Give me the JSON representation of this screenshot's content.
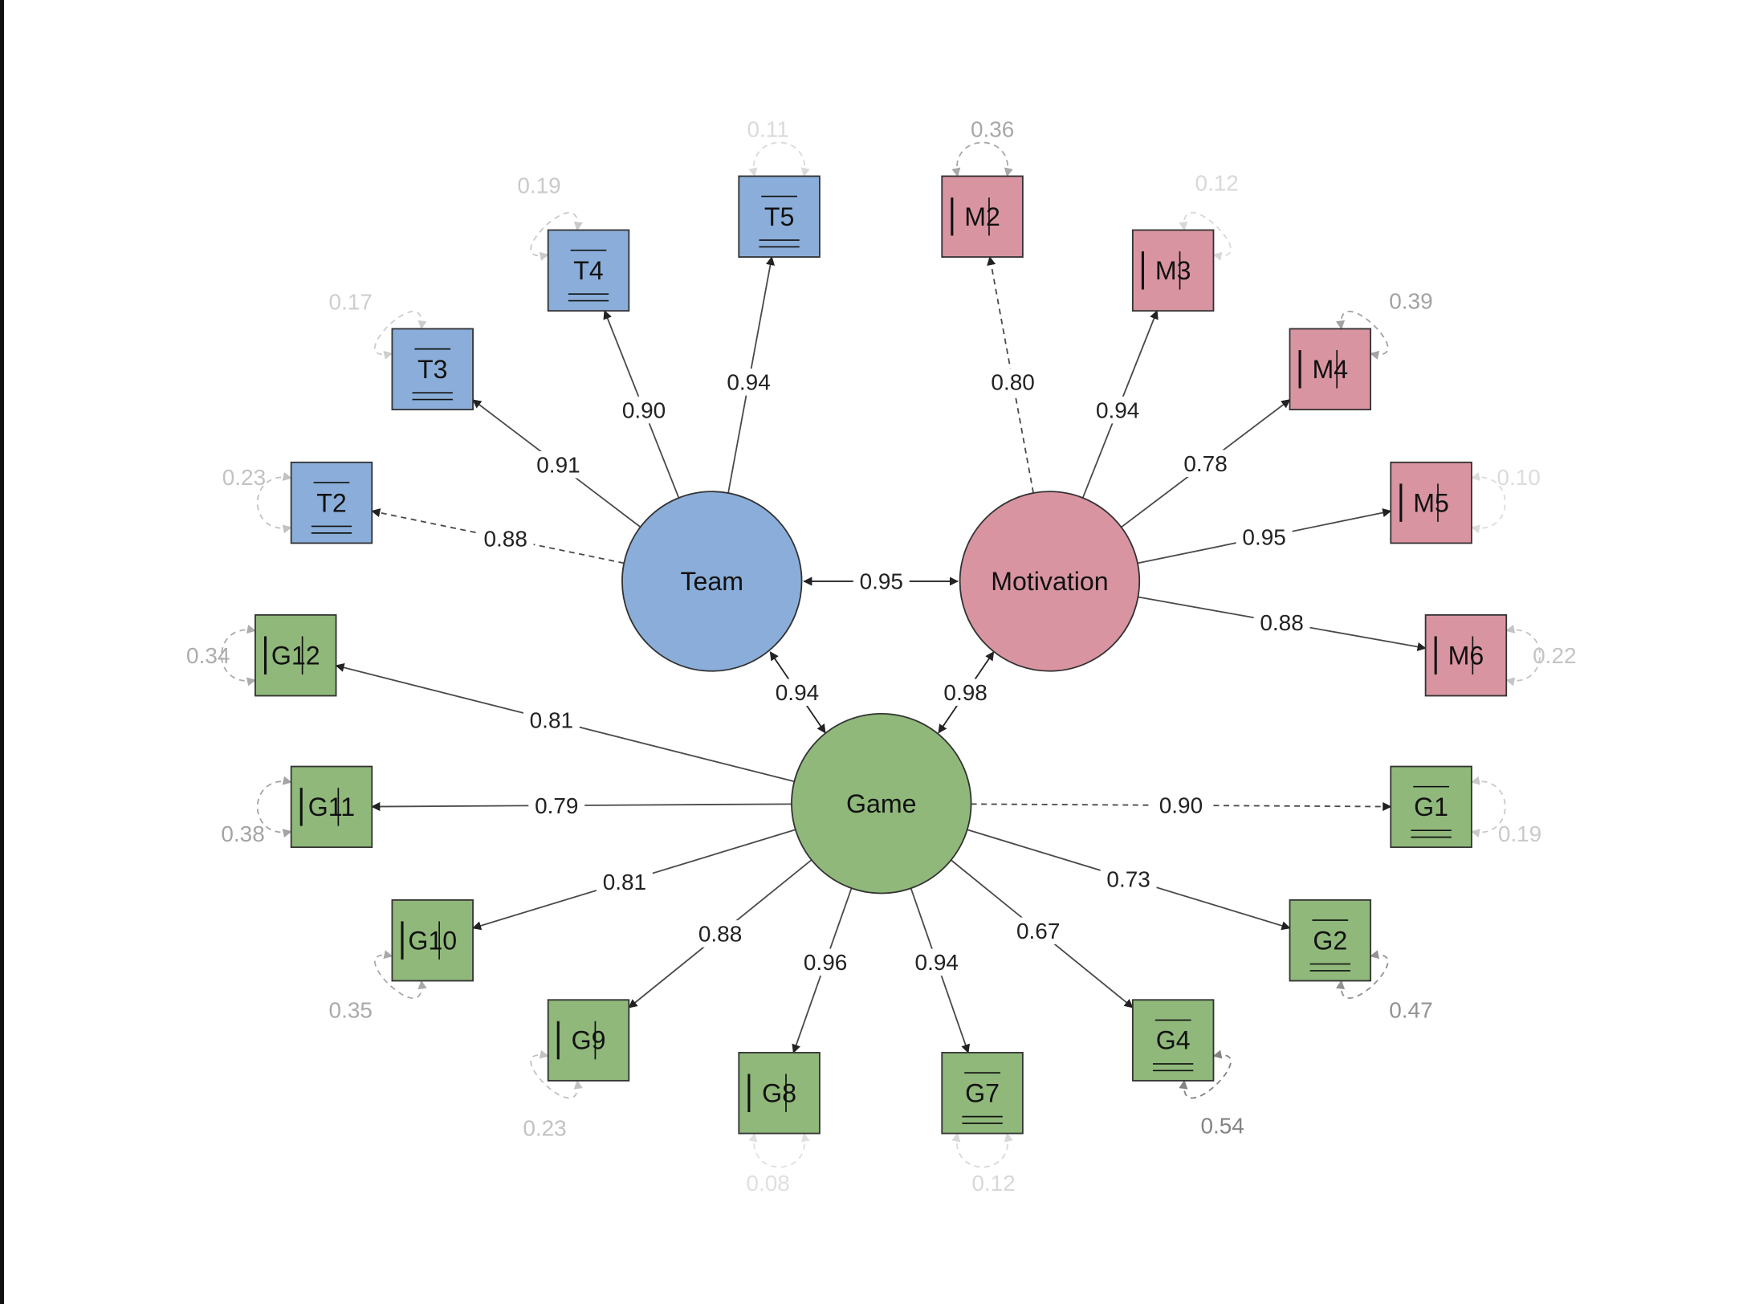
{
  "colors": {
    "team": "#8aaed9",
    "motivation": "#d994a1",
    "game": "#8fb87a",
    "stroke": "#333333",
    "edge": "#4a4a4a",
    "background": "#ffffff"
  },
  "latents": [
    {
      "id": "team",
      "label": "Team",
      "color_key": "team"
    },
    {
      "id": "motivation",
      "label": "Motivation",
      "color_key": "motivation"
    },
    {
      "id": "game",
      "label": "Game",
      "color_key": "game"
    }
  ],
  "covariances": [
    {
      "from": "team",
      "to": "motivation",
      "label": "0.95"
    },
    {
      "from": "team",
      "to": "game",
      "label": "0.94"
    },
    {
      "from": "motivation",
      "to": "game",
      "label": "0.98"
    }
  ],
  "indicators": [
    {
      "id": "T2",
      "latent": "team",
      "loading": "0.88",
      "fixed": true,
      "residual": "0.23"
    },
    {
      "id": "T3",
      "latent": "team",
      "loading": "0.91",
      "fixed": false,
      "residual": "0.17"
    },
    {
      "id": "T4",
      "latent": "team",
      "loading": "0.90",
      "fixed": false,
      "residual": "0.19"
    },
    {
      "id": "T5",
      "latent": "team",
      "loading": "0.94",
      "fixed": false,
      "residual": "0.11"
    },
    {
      "id": "M2",
      "latent": "motivation",
      "loading": "0.80",
      "fixed": true,
      "residual": "0.36"
    },
    {
      "id": "M3",
      "latent": "motivation",
      "loading": "0.94",
      "fixed": false,
      "residual": "0.12"
    },
    {
      "id": "M4",
      "latent": "motivation",
      "loading": "0.78",
      "fixed": false,
      "residual": "0.39"
    },
    {
      "id": "M5",
      "latent": "motivation",
      "loading": "0.95",
      "fixed": false,
      "residual": "0.10"
    },
    {
      "id": "M6",
      "latent": "motivation",
      "loading": "0.88",
      "fixed": false,
      "residual": "0.22"
    },
    {
      "id": "G12",
      "latent": "game",
      "loading": "0.81",
      "fixed": false,
      "residual": "0.34"
    },
    {
      "id": "G11",
      "latent": "game",
      "loading": "0.79",
      "fixed": false,
      "residual": "0.38"
    },
    {
      "id": "G10",
      "latent": "game",
      "loading": "0.81",
      "fixed": false,
      "residual": "0.35"
    },
    {
      "id": "G9",
      "latent": "game",
      "loading": "0.88",
      "fixed": false,
      "residual": "0.23"
    },
    {
      "id": "G8",
      "latent": "game",
      "loading": "0.96",
      "fixed": false,
      "residual": "0.08"
    },
    {
      "id": "G7",
      "latent": "game",
      "loading": "0.94",
      "fixed": false,
      "residual": "0.12"
    },
    {
      "id": "G4",
      "latent": "game",
      "loading": "0.67",
      "fixed": false,
      "residual": "0.54"
    },
    {
      "id": "G2",
      "latent": "game",
      "loading": "0.73",
      "fixed": false,
      "residual": "0.47"
    },
    {
      "id": "G1",
      "latent": "game",
      "loading": "0.90",
      "fixed": true,
      "residual": "0.19"
    }
  ]
}
